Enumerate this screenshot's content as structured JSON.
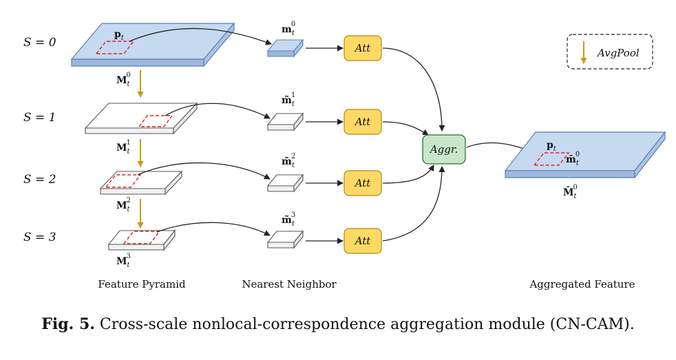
{
  "scales": [
    "S = 0",
    "S = 1",
    "S = 2",
    "S = 3"
  ],
  "pyramid_labels": {
    "base": "M",
    "sub": "t",
    "sups": [
      "0",
      "1",
      "2",
      "3"
    ]
  },
  "point_label": {
    "base": "p",
    "sub": "t"
  },
  "neighbor_labels": {
    "first": "m",
    "tilde": "m̃",
    "sub": "t",
    "sups": [
      "0",
      "1",
      "2",
      "3"
    ]
  },
  "att_label": "Att",
  "aggr_label": "Aggr.",
  "legend_label": "AvgPool",
  "aggregated": {
    "point": "p",
    "point_sub": "t",
    "inner": "m̄",
    "inner_sub": "t",
    "inner_sup": "0",
    "map": "M̄",
    "map_sub": "t",
    "map_sup": "0"
  },
  "section_labels": [
    "Feature Pyramid",
    "Nearest Neighbor",
    "Aggregated Feature"
  ],
  "caption": {
    "prefix": "Fig. 5.",
    "text": "Cross-scale nonlocal-correspondence aggregation module (CN-CAM)."
  },
  "colors": {
    "blue_fill": "#c5d9f1",
    "blue_edge": "#5b7fb0",
    "att_fill": "#ffd966",
    "att_edge": "#b8860b",
    "aggr_fill": "#c8e6c9",
    "aggr_edge": "#2e6b2e",
    "dash_red": "#e02020",
    "pool_arrow": "#c8990e"
  }
}
